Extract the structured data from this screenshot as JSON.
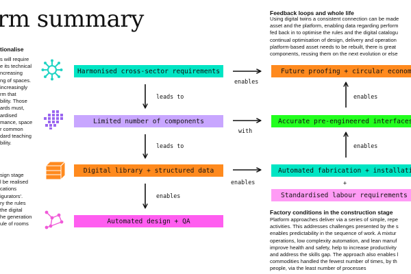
{
  "page": {
    "title": "rm summary"
  },
  "left_column": {
    "section1_heading": "tionalise",
    "section1_lines": [
      "s will require",
      "e its technical",
      "ncreasing",
      "ng of spaces.",
      "increasingly",
      "rm that",
      "bility. Those",
      "ards must,",
      "ardised",
      "mance, space",
      "r common",
      "dard teaching",
      "bility."
    ],
    "section2_lines": [
      "sign stage",
      "l be realised",
      "cations",
      "igurators'.",
      "ry the rules",
      "the digital",
      "he generation",
      "ule of rooms"
    ]
  },
  "flow": {
    "left_boxes": [
      "Harmonised cross-sector requirements",
      "Limited number of components",
      "Digital library + structured data",
      "Automated design + QA"
    ],
    "right_boxes": [
      "Future proofing + circular economy",
      "Accurate pre-engineered interfaces",
      "Automated fabrication + installation",
      "Standardised labour requirements"
    ],
    "left_connectors": [
      "leads to",
      "leads to",
      "enables"
    ],
    "cross_connectors": [
      "enables",
      "with",
      "enables"
    ],
    "right_connectors": [
      "enables",
      "enables"
    ],
    "plus": "+"
  },
  "right_column": {
    "feedback_heading": "Feedback loops and whole life",
    "feedback_lines": [
      "Using digital twins a consistent connection can be made",
      "asset and the platform, enabling data regarding perform",
      "fed back in to optimise the rules and the digital catalogu",
      "continual optimisation of design, delivery and operation",
      "platform-based asset needs to be rebuilt, there is great",
      "components, reusing them on the next evolution or else"
    ],
    "factory_heading": "Factory conditions in the construction stage",
    "factory_lines": [
      "Platform approaches deliver via a series of simple, repe",
      "activities. This addresses challenges presented by the s",
      "enables predictability in the sequence of work. A mixtur",
      "operations, low complexity automation, and lean manuf",
      "improve health and safety, help to increase productivity",
      "and address the skills gap. The approach also enables l",
      "commodities handled the fewest number of times, by th",
      "people, via the least number of processes"
    ]
  },
  "colors": {
    "teal": "#00e5c4",
    "lavender": "#c8a6ff",
    "orange": "#ff8a1e",
    "pink": "#ff5ef0",
    "green": "#22ff1e",
    "light_pink": "#ff9bf5",
    "icon_teal": "#20d4c4",
    "icon_purple": "#9a66f0",
    "icon_orange": "#ff8a1e",
    "icon_pink": "#f05ad8"
  },
  "icons": [
    "network-hub-icon",
    "pixel-grid-icon",
    "stacked-blocks-icon",
    "node-graph-icon"
  ]
}
